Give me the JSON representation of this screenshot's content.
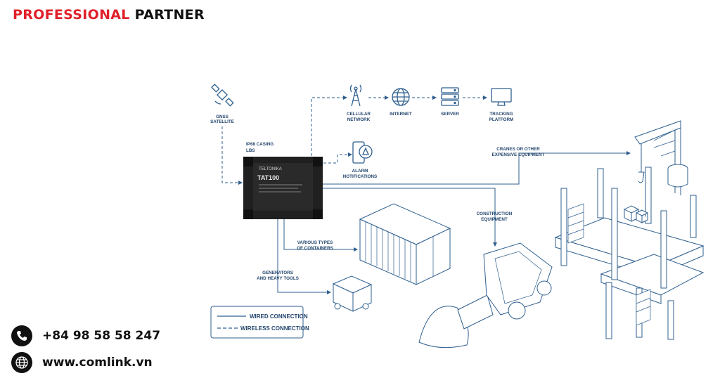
{
  "header": {
    "brand_red": "PROFESSIONAL",
    "brand_dark": "PARTNER"
  },
  "labels": {
    "gnss": [
      "GNSS",
      "SATELLITE"
    ],
    "casing": [
      "IP68 CASING",
      "LBS"
    ],
    "cellular": [
      "CELLULAR",
      "NETWORK"
    ],
    "internet": "INTERNET",
    "server": "SERVER",
    "tracking": [
      "TRACKING",
      "PLATFORM"
    ],
    "alarm": [
      "ALARM",
      "NOTIFICATIONS"
    ],
    "cranes": [
      "CRANES OR OTHER",
      "EXPENSIVE EQUIPMENT"
    ],
    "construction": [
      "CONSTRUCTION",
      "EQUIPMENT"
    ],
    "containers": [
      "VARIOUS TYPES",
      "OF CONTAINERS"
    ],
    "generators": [
      "GENERATORS",
      "AND HEAVY TOOLS"
    ]
  },
  "device": {
    "model": "TAT100",
    "brand": "TELTONIKA"
  },
  "legend": {
    "wired": "WIRED CONNECTION",
    "wireless": "WIRELESS CONNECTION"
  },
  "contacts": {
    "phone": "+84 98 58 58 247",
    "website": "www.comlink.vn"
  },
  "colors": {
    "accent_red": "#e0202a",
    "diagram_blue": "#24466e",
    "line_blue": "#2f5f8f"
  },
  "icons": [
    "satellite-icon",
    "cell-tower-icon",
    "globe-icon",
    "server-icon",
    "monitor-icon",
    "phone-alarm-icon",
    "phone-icon",
    "globe-icon"
  ]
}
